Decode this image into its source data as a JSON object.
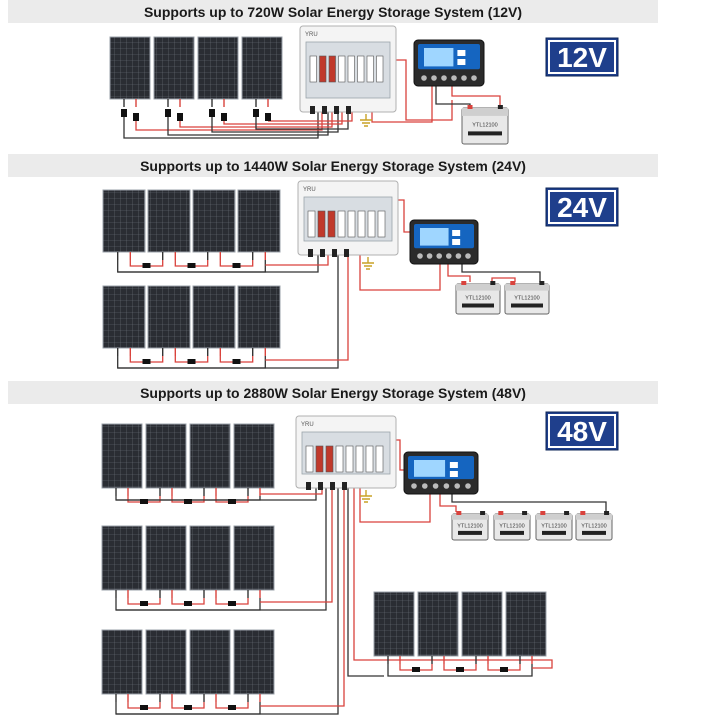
{
  "sections": [
    {
      "title": "Supports up to 720W Solar Energy Storage System (12V)",
      "voltage": "12V",
      "panels": 4,
      "batteries": 1
    },
    {
      "title": "Supports up to 1440W Solar Energy Storage System (24V)",
      "voltage": "24V",
      "panels": 8,
      "batteries": 2
    },
    {
      "title": "Supports up to 2880W Solar Energy Storage System (48V)",
      "voltage": "48V",
      "panels": 16,
      "batteries": 4
    }
  ],
  "combiner_brand": "YRU",
  "battery_label": "YTL12100",
  "colors": {
    "banner_bg": "#ebebeb",
    "badge_bg": "#1f3f8c",
    "badge_border": "#ffffff",
    "wire_red": "#d9423c",
    "wire_dark": "#333333",
    "panel_cell": "#2a2d33",
    "controller_blue": "#1565c0",
    "battery_body": "#e8e8e8"
  }
}
